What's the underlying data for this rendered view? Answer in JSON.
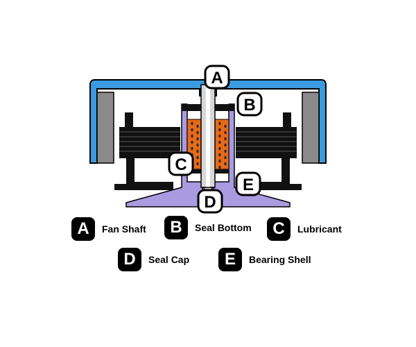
{
  "colors": {
    "housing_blue": "#3a9be0",
    "magnet_gray": "#8a8a8a",
    "coil_black": "#111111",
    "shaft_gray": "#d7d7d7",
    "lubricant_orange": "#e86a18",
    "lubricant_dot": "#2b2b2b",
    "shell_purple": "#a99be0",
    "badge_black": "#000000",
    "badge_white": "#ffffff"
  },
  "callouts": [
    {
      "letter": "A",
      "icon": "badge-a-icon"
    },
    {
      "letter": "B",
      "icon": "badge-b-icon"
    },
    {
      "letter": "C",
      "icon": "badge-c-icon"
    },
    {
      "letter": "D",
      "icon": "badge-d-icon"
    },
    {
      "letter": "E",
      "icon": "badge-e-icon"
    }
  ],
  "legend": [
    {
      "letter": "A",
      "label": "Fan Shaft"
    },
    {
      "letter": "B",
      "label": "Seal Bottom"
    },
    {
      "letter": "C",
      "label": "Lubricant"
    },
    {
      "letter": "D",
      "label": "Seal Cap"
    },
    {
      "letter": "E",
      "label": "Bearing Shell"
    }
  ]
}
